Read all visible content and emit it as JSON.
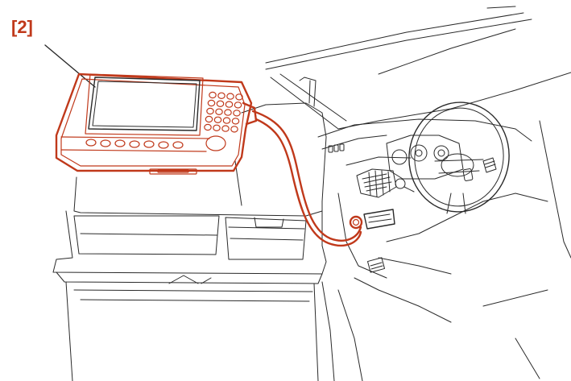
{
  "callout": {
    "label": "[2]"
  },
  "colors": {
    "highlight": "#c0391b",
    "line": "#2a2a2a",
    "background": "#ffffff"
  },
  "icons": {
    "device": "diagnostic-tester-icon",
    "cable": "diagnostic-cable",
    "socket": "diagnostic-socket"
  }
}
